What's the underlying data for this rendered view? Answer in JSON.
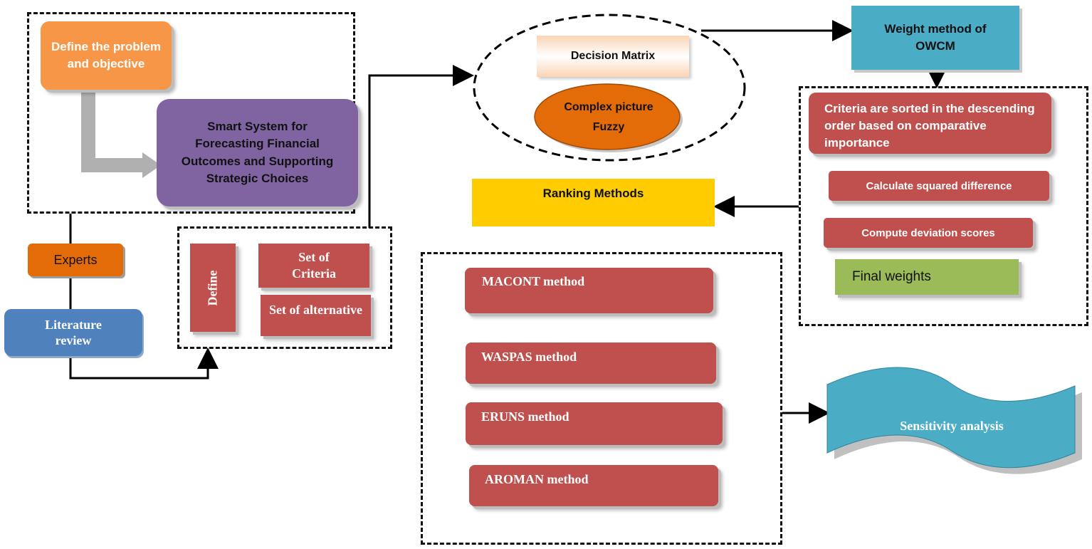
{
  "problem": {
    "label": "Define the problem and objective"
  },
  "smart_system": {
    "label": "Smart System for Forecasting Financial Outcomes and Supporting Strategic Choices"
  },
  "experts": {
    "label": "Experts"
  },
  "literature": {
    "label": "Literature review"
  },
  "define_group": {
    "define_label": "Define",
    "criteria_label": "Set of Criteria",
    "alternative_label": "Set of alternative"
  },
  "decision": {
    "matrix_label": "Decision Matrix",
    "fuzzy_label": "Complex picture Fuzzy"
  },
  "weight": {
    "label": "Weight method of OWCM"
  },
  "owcm_steps": [
    {
      "label": "Criteria are sorted in the descending order based on comparative importance"
    },
    {
      "label": "Calculate squared difference"
    },
    {
      "label": "Compute deviation scores"
    },
    {
      "label": "Final weights"
    }
  ],
  "ranking": {
    "label": "Ranking Methods"
  },
  "methods": [
    {
      "label": "MACONT method"
    },
    {
      "label": "WASPAS method"
    },
    {
      "label": "ERUNS method"
    },
    {
      "label": "AROMAN method"
    }
  ],
  "sensitivity": {
    "label": "Sensitivity analysis"
  },
  "colors": {
    "orange_light": "#f79646",
    "orange_dark": "#e36c09",
    "purple": "#8064a2",
    "blue": "#4f81bd",
    "red": "#c0504d",
    "teal": "#4bacc6",
    "yellow": "#ffcc00",
    "green": "#9bbb59"
  }
}
